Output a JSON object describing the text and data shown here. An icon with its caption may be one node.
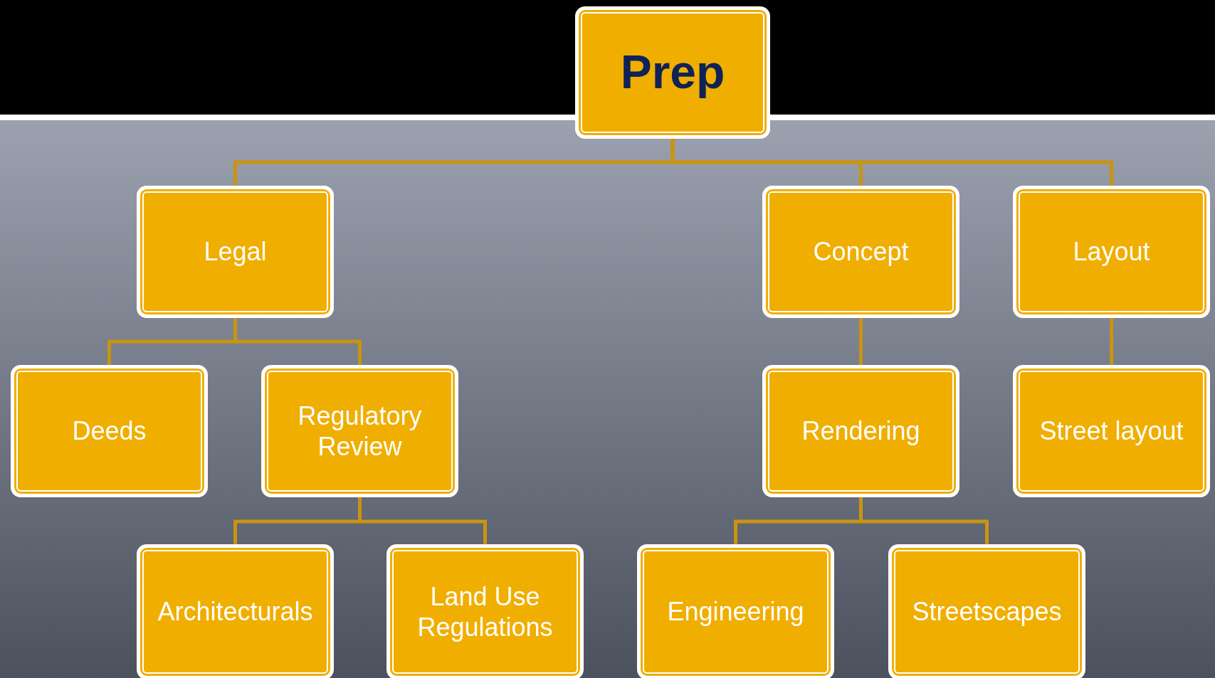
{
  "diagram": {
    "nodes": [
      {
        "text": [
          "Prep"
        ]
      },
      {
        "text": [
          "Legal"
        ]
      },
      {
        "text": [
          "Concept"
        ]
      },
      {
        "text": [
          "Layout"
        ]
      },
      {
        "text": [
          "Deeds"
        ]
      },
      {
        "text": [
          "Regulatory Review"
        ]
      },
      {
        "text": [
          "Rendering"
        ]
      },
      {
        "text": [
          "Street layout"
        ]
      },
      {
        "text": [
          "Architecturals"
        ]
      },
      {
        "text": [
          "Land Use Regulations"
        ]
      },
      {
        "text": [
          "Engineering"
        ]
      },
      {
        "text": [
          "Streetscapes"
        ]
      }
    ],
    "edges": [
      {
        "from": 0,
        "to": 1,
        "arrow": "none"
      },
      {
        "from": 0,
        "to": 2,
        "arrow": "none"
      },
      {
        "from": 0,
        "to": 3,
        "arrow": "none"
      },
      {
        "from": 1,
        "to": 4,
        "arrow": "none"
      },
      {
        "from": 1,
        "to": 5,
        "arrow": "none"
      },
      {
        "from": 2,
        "to": 6,
        "arrow": "none"
      },
      {
        "from": 3,
        "to": 7,
        "arrow": "none"
      },
      {
        "from": 5,
        "to": 8,
        "arrow": "none"
      },
      {
        "from": 5,
        "to": 9,
        "arrow": "none"
      },
      {
        "from": 6,
        "to": 10,
        "arrow": "none"
      },
      {
        "from": 6,
        "to": 11,
        "arrow": "none"
      }
    ]
  }
}
